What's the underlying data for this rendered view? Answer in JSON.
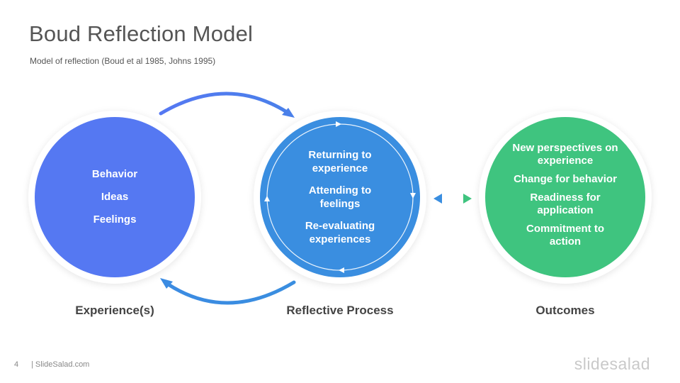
{
  "slide": {
    "title": "Boud Reflection Model",
    "subtitle": "Model of reflection (Boud et al 1985, Johns 1995)"
  },
  "circles": [
    {
      "label": "Experience(s)",
      "color": "#5578f2",
      "items": [
        "Behavior",
        "Ideas",
        "Feelings"
      ]
    },
    {
      "label": "Reflective Process",
      "color": "#3a8ee0",
      "items": [
        "Returning to experience",
        "Attending to feelings",
        "Re-evaluating experiences"
      ]
    },
    {
      "label": "Outcomes",
      "color": "#3fc47f",
      "items": [
        "New perspectives on experience",
        "Change for behavior",
        "Readiness for application",
        "Commitment to action"
      ]
    }
  ],
  "footer": {
    "page_number": "4",
    "site": "| SlideSalad.com",
    "brand": "slidesalad"
  }
}
